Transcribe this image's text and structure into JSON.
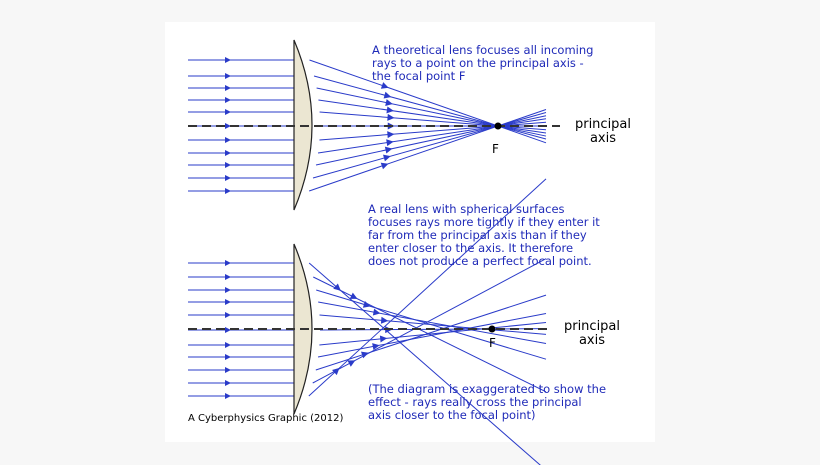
{
  "top_panel": {
    "caption": "A theoretical lens focuses all incoming\nrays to a point on the principal axis -\nthe focal point F",
    "axis_label": "principal\naxis",
    "focal_label": "F"
  },
  "bottom_panel": {
    "caption": "A real lens with spherical surfaces\nfocuses rays more tightly if they enter it\nfar from the principal axis than if they\nenter closer to the axis. It therefore\ndoes not produce a perfect focal point.",
    "axis_label": "principal\naxis",
    "focal_label": "F",
    "note": "(The diagram is exaggerated to show the\neffect - rays really cross the principal\naxis closer to the focal point)"
  },
  "credit": "A Cyberphysics Graphic (2012)",
  "colors": {
    "ray": "#2a3bc9",
    "text_blue": "#1f2ab8",
    "lens_fill": "#ebe6d2",
    "axis": "#333333"
  }
}
